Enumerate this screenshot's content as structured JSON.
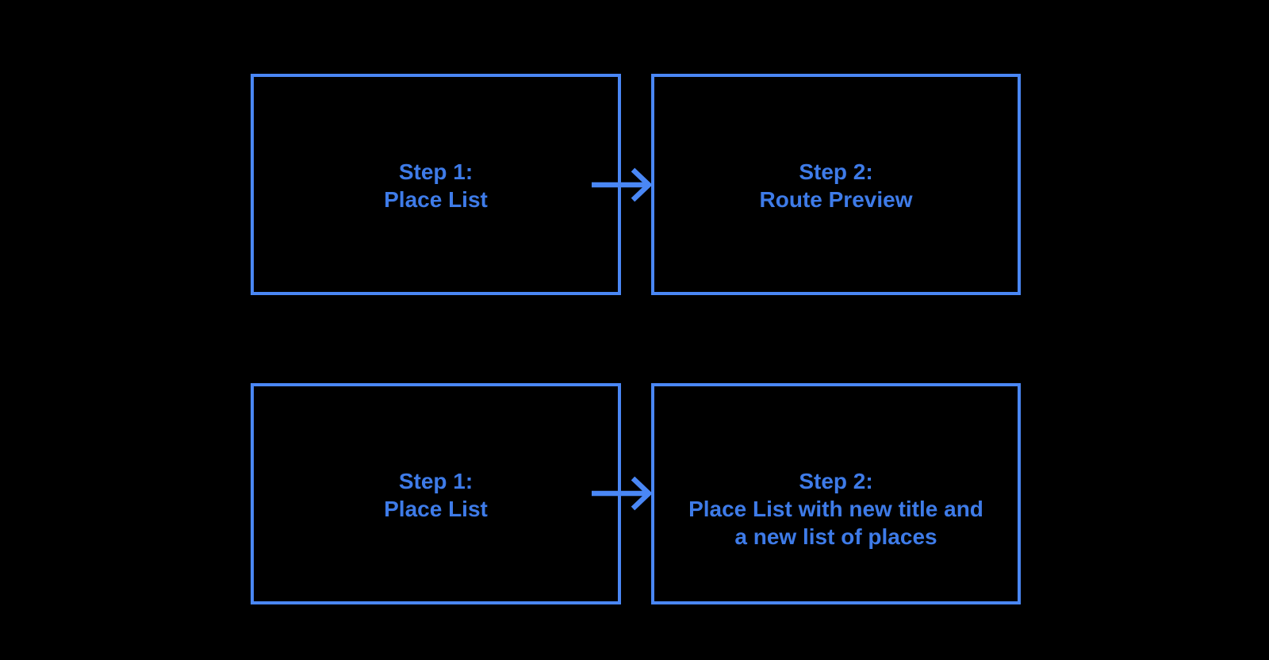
{
  "colors": {
    "background": "#000000",
    "box_border": "#4a87f5",
    "arrow": "#4a87f5",
    "text": "#3e7be8"
  },
  "rows": [
    {
      "from": {
        "lines": [
          "Step 1:",
          "Place List"
        ]
      },
      "to": {
        "lines": [
          "Step 2:",
          "Route Preview"
        ]
      }
    },
    {
      "from": {
        "lines": [
          "Step 1:",
          "Place List"
        ]
      },
      "to": {
        "lines": [
          "Step 2:",
          "Place List with new title and",
          "a new list of places"
        ]
      }
    }
  ]
}
